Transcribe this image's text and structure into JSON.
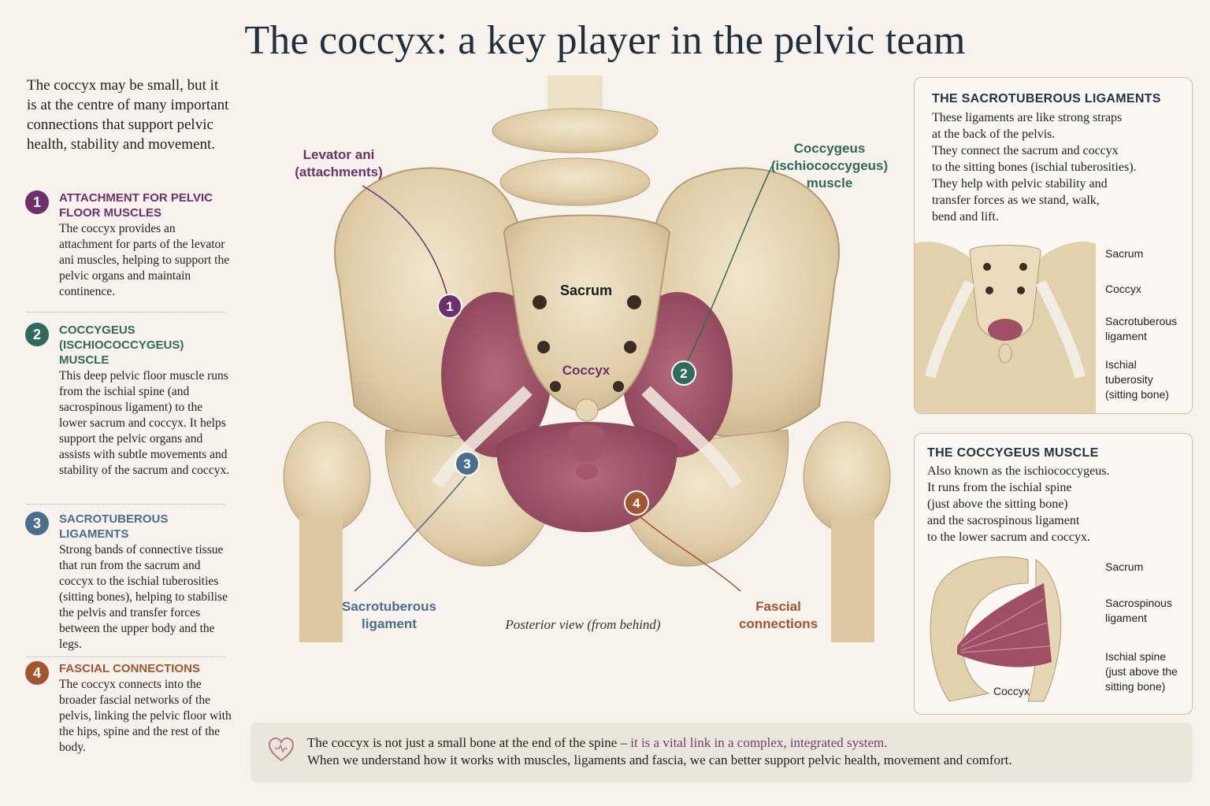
{
  "title": "The coccyx: a key player in the pelvic team",
  "intro": "The coccyx may be small, but it is at the centre of many important connections that support pelvic health, stability and movement.",
  "items": [
    {
      "num": "1",
      "heading": "Attachment for pelvic floor muscles",
      "color": "#6e2f6a",
      "body": "The coccyx provides an attachment for parts of the levator ani muscles, helping to support the pelvic organs and maintain continence."
    },
    {
      "num": "2",
      "heading": "Coccygeus (ischiococcygeus) muscle",
      "color": "#2f6b5a",
      "body": "This deep pelvic floor muscle runs from the ischial spine (and sacrospinous ligament) to the lower sacrum and coccyx. It helps support the pelvic organs and assists with subtle movements and stability of the sacrum and coccyx."
    },
    {
      "num": "3",
      "heading": "Sacrotuberous ligaments",
      "color": "#4a6e8c",
      "body": "Strong bands of connective tissue that run from the sacrum and coccyx to the ischial tuberosities (sitting bones), helping to stabilise the pelvis and transfer forces between the upper body and the legs."
    },
    {
      "num": "4",
      "heading": "Fascial connections",
      "color": "#a4552f",
      "body": "The coccyx connects into the broader fascial networks of the pelvis, linking the pelvic floor with the hips, spine and the rest of the body."
    }
  ],
  "figure": {
    "levator": "Levator ani\n(attachments)",
    "coccygeus": "Coccygeus\n(ischiococcygeus)\nmuscle",
    "sacrum": "Sacrum",
    "coccyx": "Coccyx",
    "sacrotuberous": "Sacrotuberous\nligament",
    "fascial": "Fascial\nconnections",
    "view": "Posterior view (from behind)"
  },
  "panel1": {
    "title": "THE SACROTUBEROUS LIGAMENTS",
    "text": "These ligaments are like strong straps\nat the back of the pelvis.\nThey connect the sacrum and coccyx\nto the sitting bones (ischial tuberosities).\nThey help with pelvic stability and\ntransfer forces as we stand, walk,\nbend and lift.",
    "labels": [
      "Sacrum",
      "Coccyx",
      "Sacrotuberous\nligament",
      "Ischial\ntuberosity\n(sitting bone)"
    ]
  },
  "panel2": {
    "title": "THE COCCYGEUS MUSCLE",
    "text": "Also known as the ischiococcygeus.\nIt runs from the ischial spine\n(just above the sitting bone)\nand the sacrospinous ligament\nto the lower sacrum and coccyx.",
    "labels": [
      "Sacrum",
      "Sacrospinous\nligament",
      "Ischial spine\n(just above the\nsitting bone)",
      "Coccyx"
    ]
  },
  "footer": {
    "line1_a": "The coccyx is not just a small bone at the end of the spine – ",
    "line1_b": "it is a vital link in a complex, integrated system.",
    "line2": "When we understand how it works with muscles, ligaments and fascia, we can better support pelvic health, movement and comfort."
  },
  "colors": {
    "bone": "#e7d8b8",
    "muscle": "#a4576b",
    "title": "#1f2f3d"
  }
}
